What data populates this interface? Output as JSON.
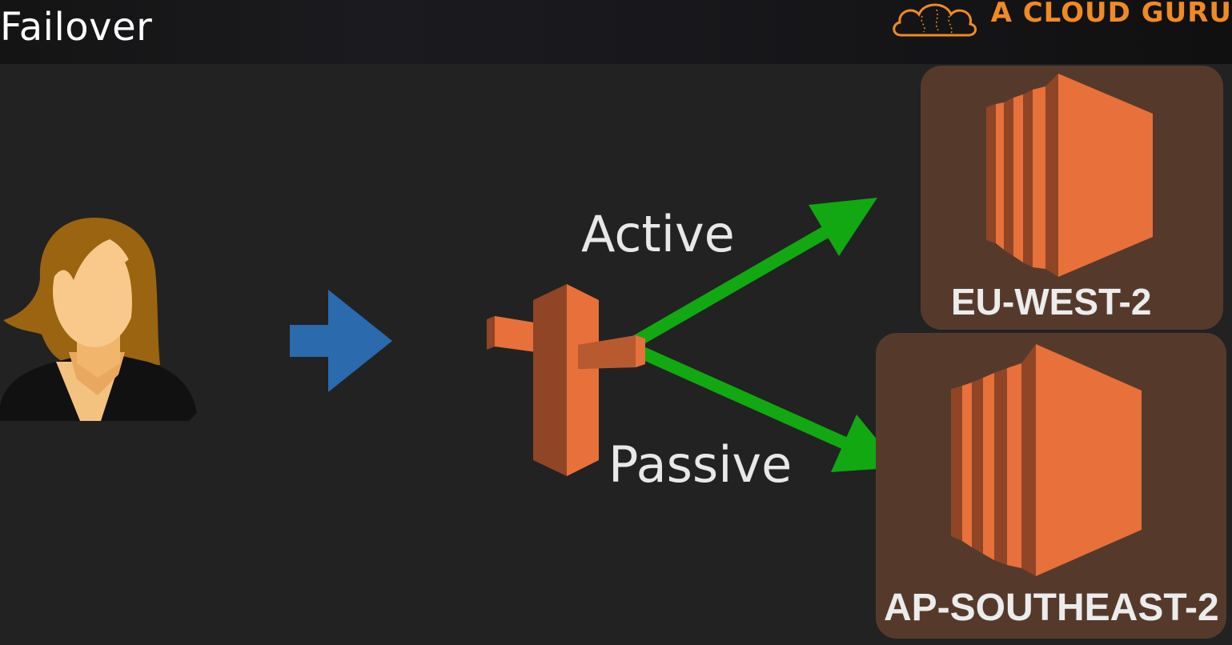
{
  "header": {
    "title": "Failover",
    "brand_name": "A CLOUD GURU"
  },
  "routing": {
    "active_label": "Active",
    "passive_label": "Passive"
  },
  "regions": [
    {
      "label": "EU-WEST-2",
      "role": "active"
    },
    {
      "label": "AP-SOUTHEAST-2",
      "role": "passive"
    }
  ],
  "icons": {
    "user": "user-icon",
    "request_arrow": "arrow-right-icon",
    "dns": "route53-icon",
    "server": "ec2-server-icon",
    "logo": "cloud-logo-icon"
  },
  "colors": {
    "background": "#222222",
    "aws_orange": "#e8703a",
    "aws_orange_dark": "#8f4526",
    "card_brown": "#553a2c",
    "route_green": "#11a811",
    "request_blue": "#2a6aad",
    "brand_orange": "#f08a24"
  }
}
